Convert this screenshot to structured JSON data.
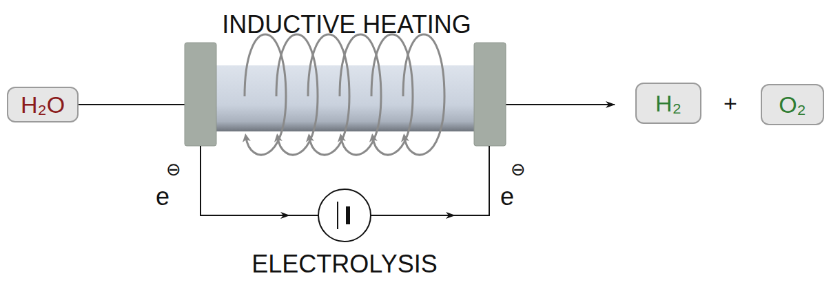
{
  "diagram": {
    "nodes": [
      {
        "text": [
          "H₂O"
        ]
      },
      {
        "text": [
          "H₂"
        ]
      },
      {
        "text": [
          "O₂"
        ]
      }
    ],
    "edges": [
      {
        "from": 0,
        "to": 1,
        "arrow": "to"
      }
    ],
    "labels": [
      "INDUCTIVE HEATING",
      "e",
      "⊖",
      "e",
      "⊖",
      "ELECTROLYSIS",
      "+"
    ]
  }
}
